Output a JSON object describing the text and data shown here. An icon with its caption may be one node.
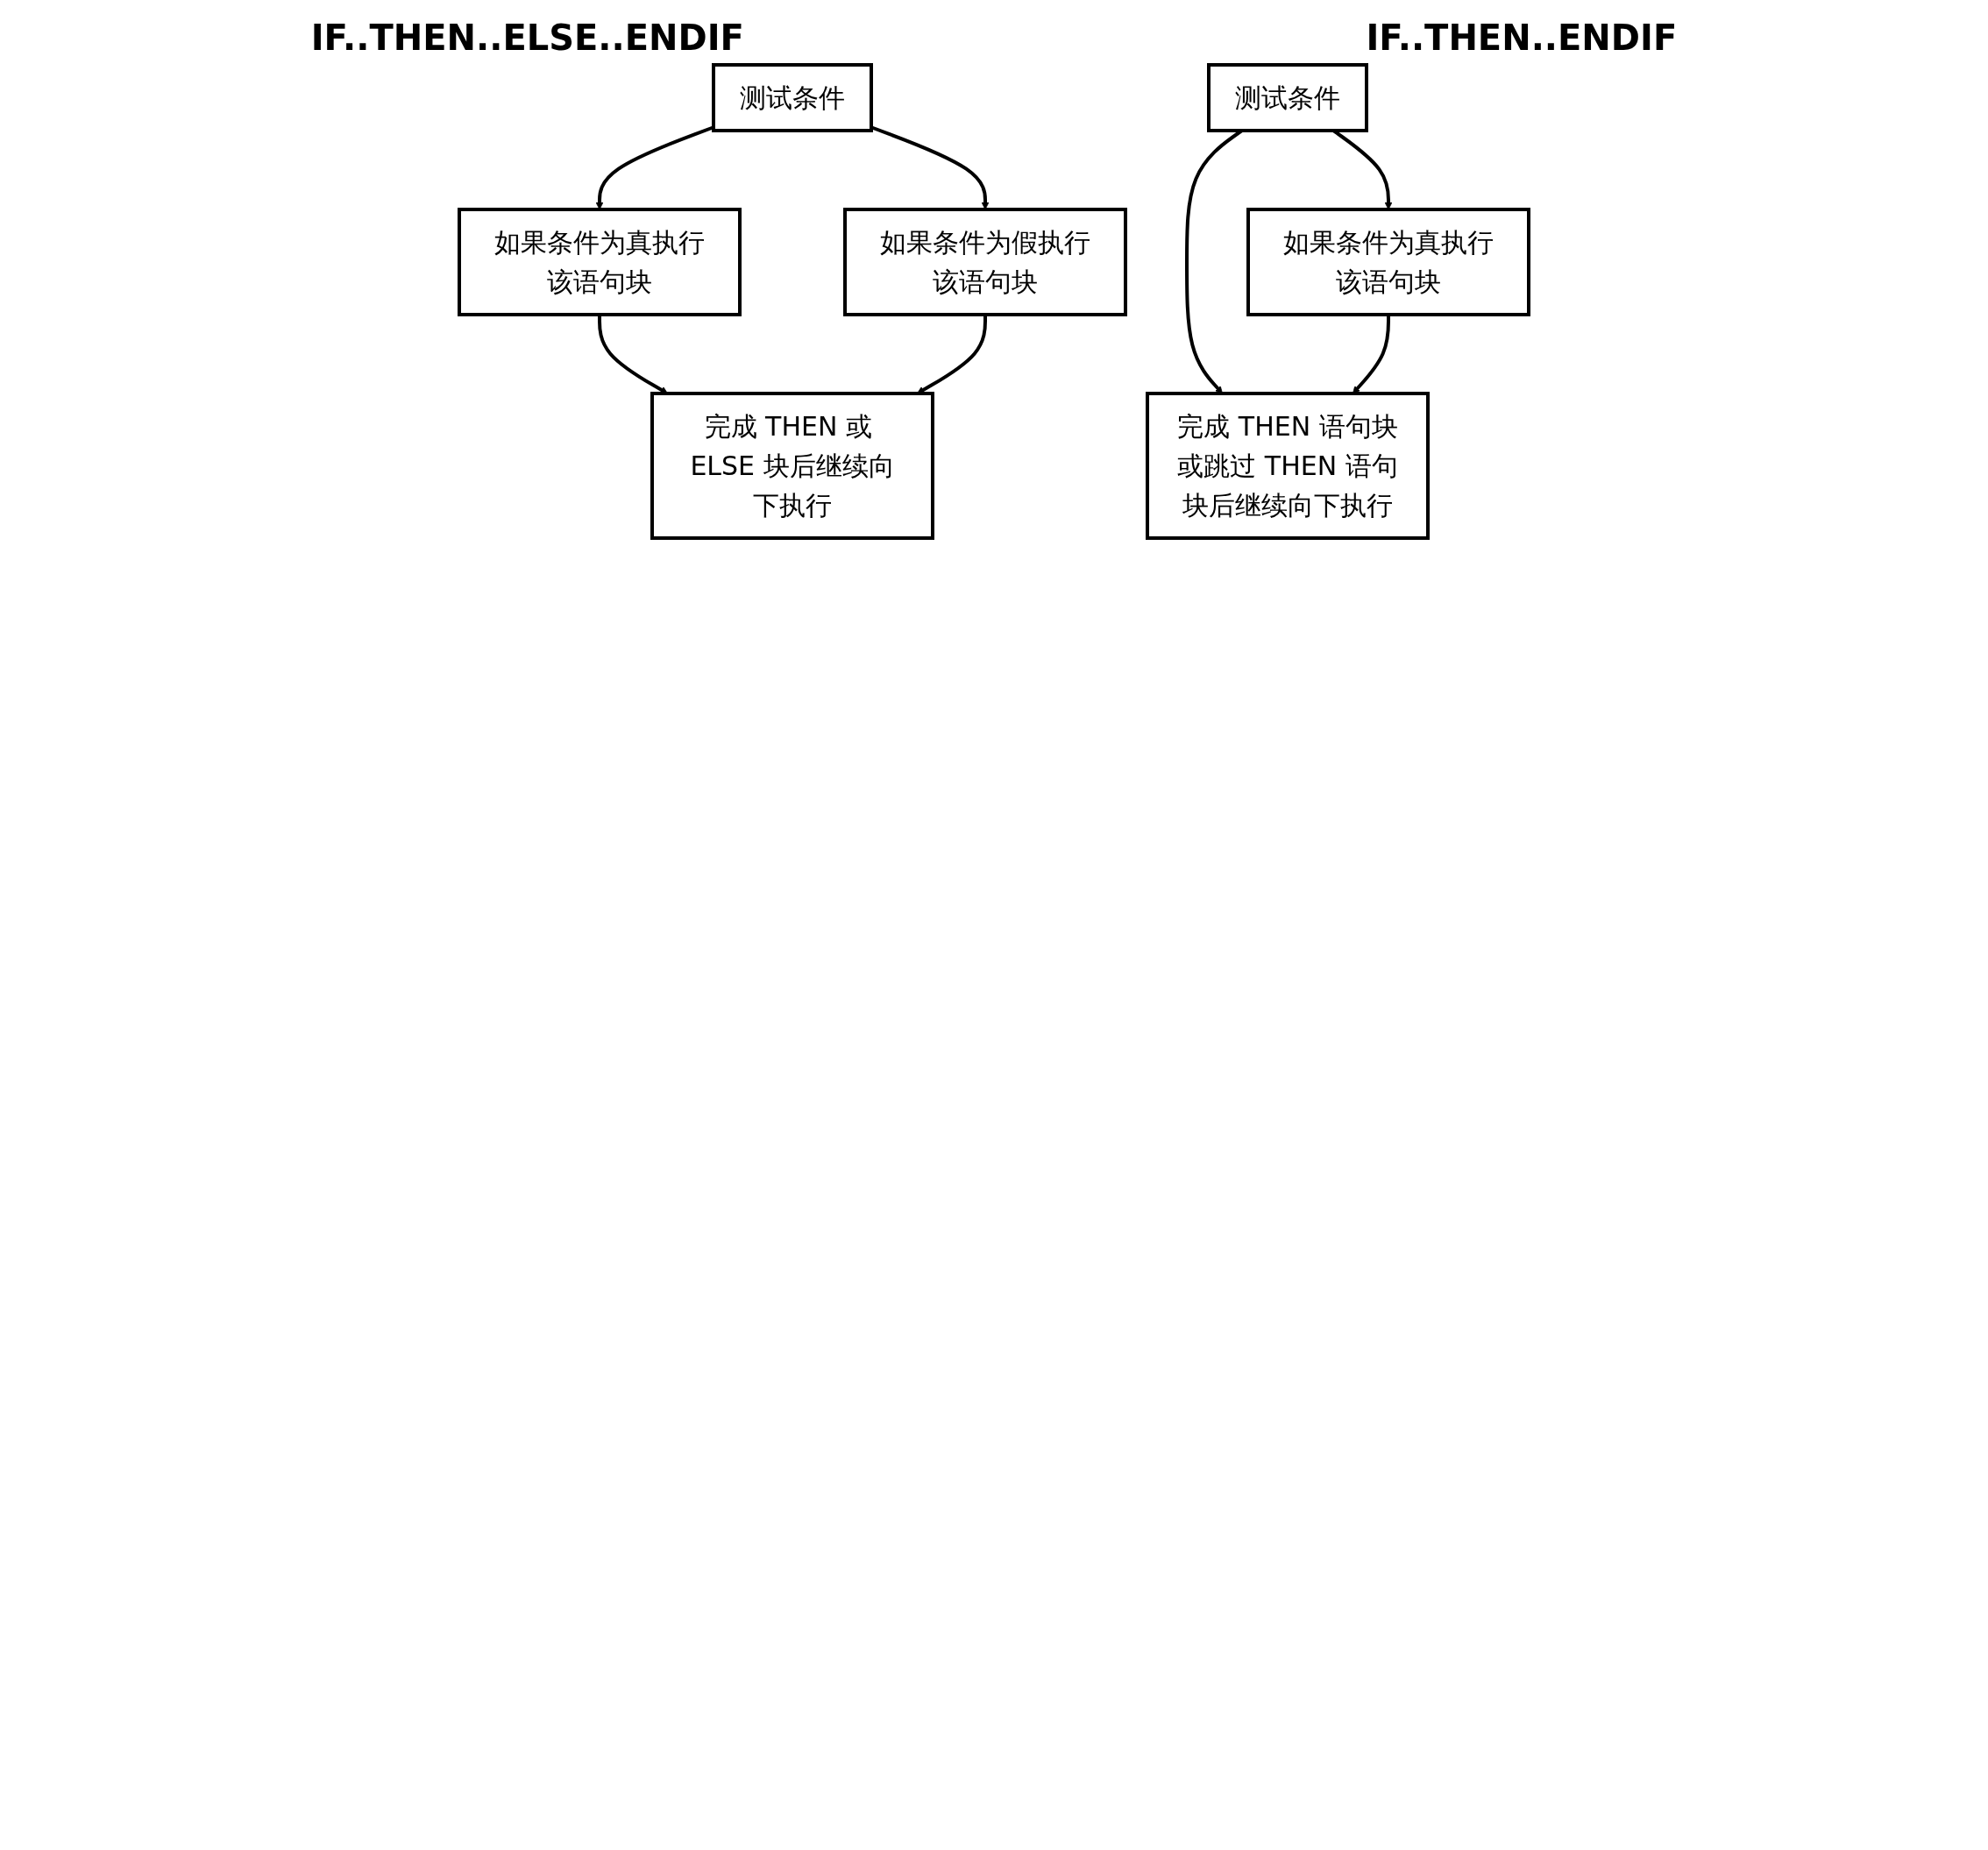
{
  "diagram": {
    "nodes": [
      {
        "text": [
          "测试条件"
        ]
      },
      {
        "text": [
          "如果条件为真执行该语句块"
        ]
      },
      {
        "text": [
          "如果条件为假执行该语句块"
        ]
      },
      {
        "text": [
          "完成 THEN 或 ELSE 块后继续向下执行"
        ]
      },
      {
        "text": [
          "测试条件"
        ]
      },
      {
        "text": [
          "如果条件为真执行该语句块"
        ]
      },
      {
        "text": [
          "完成 THEN 语句块或跳过 THEN 语句块后继续向下执行"
        ]
      }
    ],
    "edges": [
      {
        "from": 0,
        "to": 1,
        "arrow": "to"
      },
      {
        "from": 0,
        "to": 2,
        "arrow": "to"
      },
      {
        "from": 1,
        "to": 3,
        "arrow": "to"
      },
      {
        "from": 2,
        "to": 3,
        "arrow": "to"
      },
      {
        "from": 4,
        "to": 5,
        "arrow": "to"
      },
      {
        "from": 4,
        "to": 6,
        "arrow": "to"
      },
      {
        "from": 5,
        "to": 6,
        "arrow": "to"
      }
    ],
    "labels": [
      "IF..THEN..ELSE..ENDIF",
      "IF..THEN..ENDIF"
    ]
  }
}
